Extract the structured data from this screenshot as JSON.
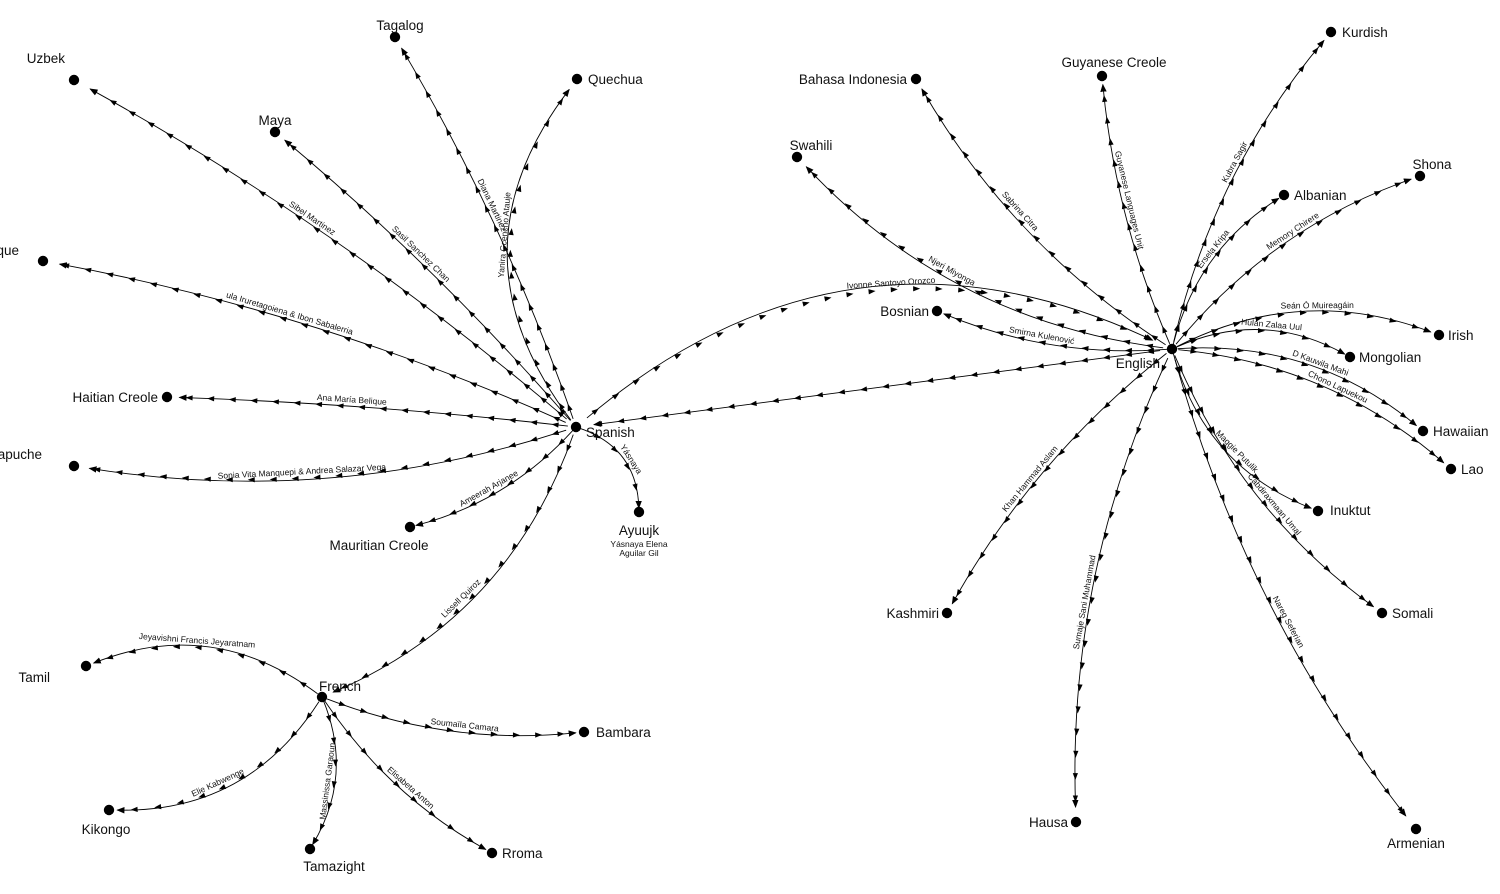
{
  "diagram": {
    "type": "translation-network",
    "nodes": [
      {
        "id": "spanish",
        "label": "Spanish"
      },
      {
        "id": "english",
        "label": "English"
      },
      {
        "id": "french",
        "label": "French"
      },
      {
        "id": "uzbek",
        "label": "Uzbek"
      },
      {
        "id": "tagalog",
        "label": "Tagalog"
      },
      {
        "id": "quechua",
        "label": "Quechua"
      },
      {
        "id": "maya",
        "label": "Maya"
      },
      {
        "id": "basque",
        "label": "Basque"
      },
      {
        "id": "haitian_creole",
        "label": "Haitian Creole"
      },
      {
        "id": "mapuche",
        "label": "Mapuche"
      },
      {
        "id": "mauritian_creole",
        "label": "Mauritian Creole"
      },
      {
        "id": "ayuujk",
        "label": "Ayuujk",
        "note": [
          "Yásnaya Elena",
          "Aguilar Gil"
        ]
      },
      {
        "id": "tamil",
        "label": "Tamil"
      },
      {
        "id": "kikongo",
        "label": "Kikongo"
      },
      {
        "id": "tamazight",
        "label": "Tamazight"
      },
      {
        "id": "rroma",
        "label": "Rroma"
      },
      {
        "id": "bambara",
        "label": "Bambara"
      },
      {
        "id": "bahasa_indonesia",
        "label": "Bahasa Indonesia"
      },
      {
        "id": "swahili",
        "label": "Swahili"
      },
      {
        "id": "guyanese_creole",
        "label": "Guyanese Creole"
      },
      {
        "id": "kurdish",
        "label": "Kurdish"
      },
      {
        "id": "shona",
        "label": "Shona"
      },
      {
        "id": "albanian",
        "label": "Albanian"
      },
      {
        "id": "irish",
        "label": "Irish"
      },
      {
        "id": "bosnian",
        "label": "Bosnian"
      },
      {
        "id": "mongolian",
        "label": "Mongolian"
      },
      {
        "id": "hawaiian",
        "label": "Hawaiian"
      },
      {
        "id": "lao",
        "label": "Lao"
      },
      {
        "id": "inuktut",
        "label": "Inuktut"
      },
      {
        "id": "somali",
        "label": "Somali"
      },
      {
        "id": "kashmiri",
        "label": "Kashmiri"
      },
      {
        "id": "hausa",
        "label": "Hausa"
      },
      {
        "id": "armenian",
        "label": "Armenian"
      }
    ],
    "edges": [
      {
        "from": "spanish",
        "to": "uzbek",
        "translator": "Sibel Martinez"
      },
      {
        "from": "spanish",
        "to": "tagalog",
        "translator": "Diana Martinez"
      },
      {
        "from": "spanish",
        "to": "quechua",
        "translator": "Yanira Ccencho Atauje"
      },
      {
        "from": "spanish",
        "to": "maya",
        "translator": "Sasil Sanchez Chan"
      },
      {
        "from": "spanish",
        "to": "basque",
        "translator": "ula Iruretagoiena & Ibon Sabalerria"
      },
      {
        "from": "spanish",
        "to": "haitian_creole",
        "translator": "Ana María Belique"
      },
      {
        "from": "spanish",
        "to": "mapuche",
        "translator": "Sonia Vita Manquepi & Andrea Salazar Vega"
      },
      {
        "from": "spanish",
        "to": "mauritian_creole",
        "translator": "Ameerah Arjanee"
      },
      {
        "from": "spanish",
        "to": "ayuujk",
        "translator": "Yásnaya"
      },
      {
        "from": "spanish",
        "to": "french",
        "translator": "Lissell Quiroz"
      },
      {
        "from": "spanish",
        "to": "english",
        "translator": "Ivonne Santoyo Orozco"
      },
      {
        "from": "english",
        "to": "spanish",
        "translator": ""
      },
      {
        "from": "french",
        "to": "tamil",
        "translator": "Jeyavishni Francis Jeyaratnam"
      },
      {
        "from": "french",
        "to": "kikongo",
        "translator": "Elie Kabwenge"
      },
      {
        "from": "french",
        "to": "tamazight",
        "translator": "Massinissa Garaoun"
      },
      {
        "from": "french",
        "to": "rroma",
        "translator": "Elisabeta Anton"
      },
      {
        "from": "french",
        "to": "bambara",
        "translator": "Soumaïla Camara"
      },
      {
        "from": "english",
        "to": "bahasa_indonesia",
        "translator": "Sabrina Citra"
      },
      {
        "from": "english",
        "to": "swahili",
        "translator": "Njeri Miyonga"
      },
      {
        "from": "english",
        "to": "guyanese_creole",
        "translator": "Guyanese Languages Unit"
      },
      {
        "from": "english",
        "to": "kurdish",
        "translator": "Kubra Sagir"
      },
      {
        "from": "english",
        "to": "shona",
        "translator": "Memory Chirere"
      },
      {
        "from": "english",
        "to": "albanian",
        "translator": "Ersela Kripa"
      },
      {
        "from": "english",
        "to": "irish",
        "translator": "Seán Ó Muireagáin"
      },
      {
        "from": "english",
        "to": "bosnian",
        "translator": "Smirna Kulenović"
      },
      {
        "from": "english",
        "to": "mongolian",
        "translator": "Hulan Zalaa Uul"
      },
      {
        "from": "english",
        "to": "hawaiian",
        "translator": "D Kauwila Mahi"
      },
      {
        "from": "english",
        "to": "lao",
        "translator": "Chono Lapuekou"
      },
      {
        "from": "english",
        "to": "inuktut",
        "translator": "Maggie Putulik"
      },
      {
        "from": "english",
        "to": "somali",
        "translator": "Cabdiraxmaan Umal"
      },
      {
        "from": "english",
        "to": "kashmiri",
        "translator": "Khan Hammad Aslam"
      },
      {
        "from": "english",
        "to": "hausa",
        "translator": "Sumaje Sani Muhammad"
      },
      {
        "from": "english",
        "to": "armenian",
        "translator": "Nareg Seferian"
      }
    ]
  }
}
